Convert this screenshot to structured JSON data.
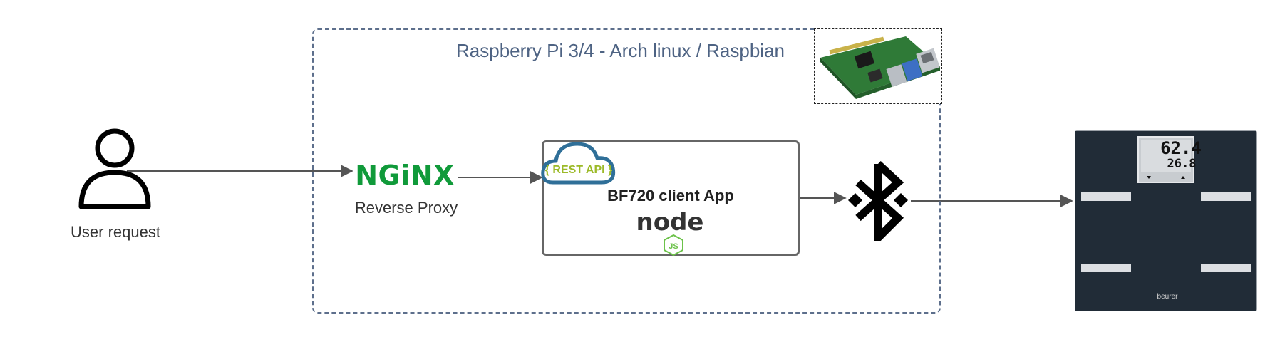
{
  "boundary": {
    "title": "Raspberry Pi 3/4 - Arch linux / Raspbian"
  },
  "user": {
    "label": "User request"
  },
  "proxy": {
    "logo_text": "NGiNX",
    "label": "Reverse Proxy"
  },
  "app": {
    "title": "BF720 client App",
    "rest_api_badge": "{ REST API }",
    "runtime_logo_text": "node"
  },
  "scale": {
    "weight_display": "62.4",
    "fat_display": "26.8",
    "brand": "beurer"
  },
  "colors": {
    "boundary": "#5d6f8c",
    "nginx_green": "#109a3a",
    "cloud_blue": "#2f6f98",
    "rest_api_green": "#9cba28",
    "node_green": "#6cc24a",
    "connector": "#555555"
  },
  "icons": {
    "user": "user-icon",
    "cloud": "cloud-icon",
    "bluetooth": "bluetooth-icon",
    "board": "raspberry-pi-board-image",
    "scale": "bathroom-scale-image"
  }
}
